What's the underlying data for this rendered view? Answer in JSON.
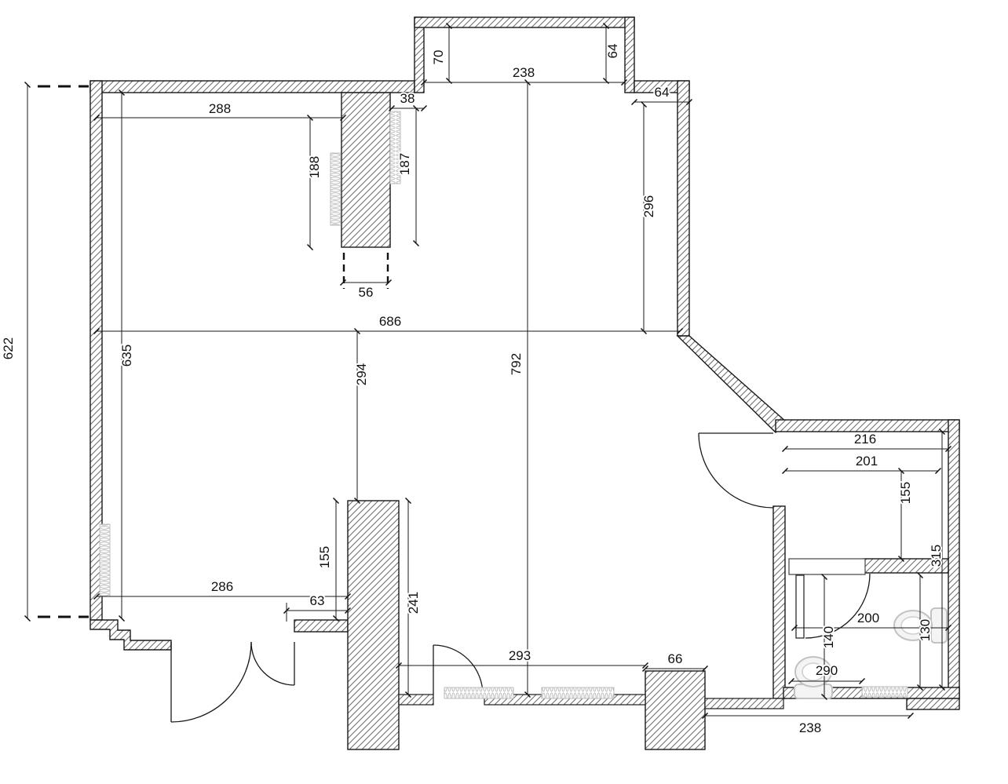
{
  "dims": {
    "top_288": "288",
    "top_38": "38",
    "bay_70": "70",
    "bay_238": "238",
    "bay_64": "64",
    "topright_64": "64",
    "right_296": "296",
    "pier_188": "188",
    "pier_187": "187",
    "pier_56": "56",
    "mid_686": "686",
    "left_622": "622",
    "left_635": "635",
    "mid_294": "294",
    "mid_792": "792",
    "bath_216": "216",
    "bath_201": "201",
    "bath_155": "155",
    "bath_315": "315",
    "bottom_286": "286",
    "bottom_63": "63",
    "pier2_155": "155",
    "pier2_241": "241",
    "bath2_200": "200",
    "bath2_130": "130",
    "bath2_140": "140",
    "bath2_290": "290",
    "bottom_293": "293",
    "bottom_66": "66",
    "bottom_238": "238"
  }
}
